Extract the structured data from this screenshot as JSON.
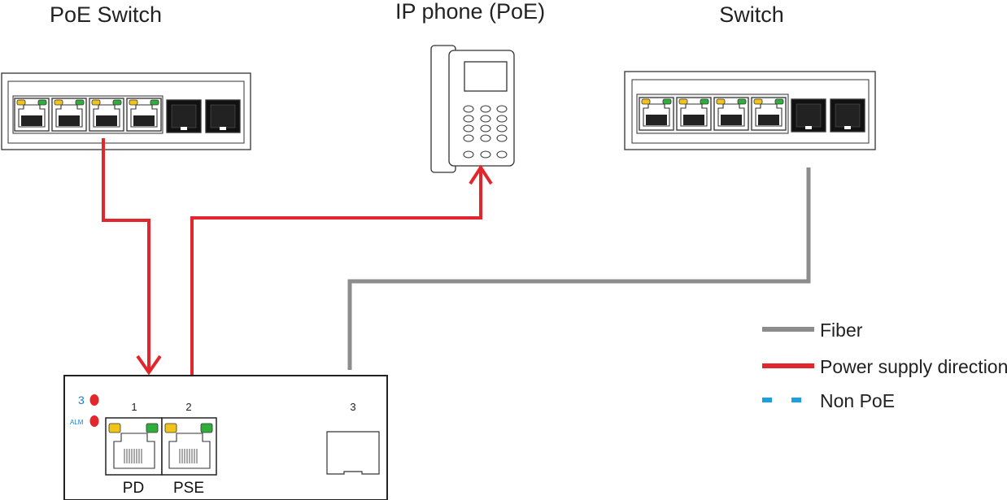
{
  "titles": {
    "poe_switch": "PoE Switch",
    "ip_phone": "IP phone (PoE)",
    "switch": "Switch"
  },
  "converter": {
    "led_3": "3",
    "led_alm": "ALM",
    "port1_num": "1",
    "port2_num": "2",
    "port3_num": "3",
    "port1_label": "PD",
    "port2_label": "PSE"
  },
  "legend": {
    "fiber": "Fiber",
    "power": "Power supply direction",
    "non_poe": "Non PoE"
  },
  "colors": {
    "power": "#e2262b",
    "fiber": "#8c8c8c",
    "non_poe": "#1aa0e0",
    "led_red": "#e2262b",
    "led_yellow": "#f0c419",
    "led_green": "#2fae3c"
  }
}
